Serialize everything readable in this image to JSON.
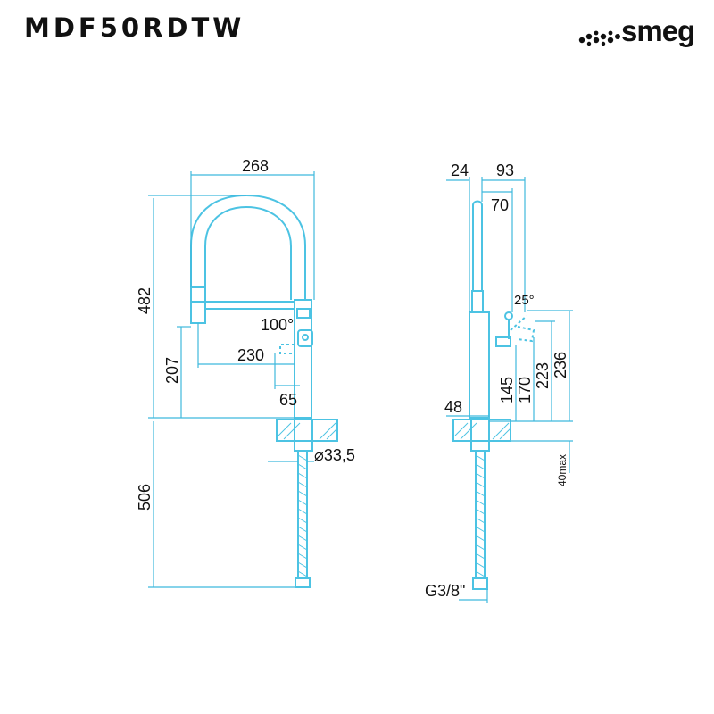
{
  "header": {
    "model_code": "MDF50RDTW",
    "brand": "smeg"
  },
  "colors": {
    "drawing_line": "#4cc3e3",
    "text": "#111111",
    "background": "#ffffff"
  },
  "front_view": {
    "width_label": "268",
    "total_height_label": "482",
    "spout_height_label": "207",
    "reach_label": "230",
    "handle_angle_label": "100°",
    "lever_offset_label": "65",
    "hose_length_label": "506",
    "diameter_label": "⌀33,5"
  },
  "side_view": {
    "offset_label": "24",
    "depth_label": "93",
    "head_depth_label": "70",
    "handle_angle_label": "25°",
    "height_145_label": "145",
    "height_170_label": "170",
    "height_223_label": "223",
    "height_236_label": "236",
    "base_label": "48",
    "thickness_label": "40max",
    "thread_label": "G3/8\""
  }
}
